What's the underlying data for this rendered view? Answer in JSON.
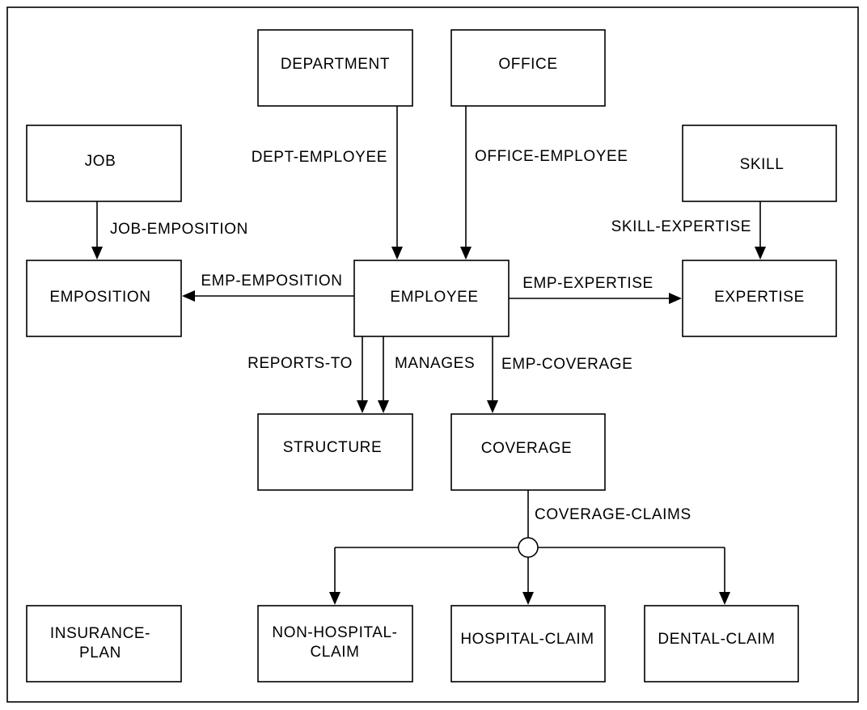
{
  "entities": {
    "department": "DEPARTMENT",
    "office": "OFFICE",
    "job": "JOB",
    "skill": "SKILL",
    "emposition": "EMPOSITION",
    "employee": "EMPLOYEE",
    "expertise": "EXPERTISE",
    "structure": "STRUCTURE",
    "coverage": "COVERAGE",
    "insurance_plan": [
      "INSURANCE-",
      "PLAN"
    ],
    "non_hospital_claim": [
      "NON-HOSPITAL-",
      "CLAIM"
    ],
    "hospital_claim": "HOSPITAL-CLAIM",
    "dental_claim": "DENTAL-CLAIM"
  },
  "relationships": {
    "dept_employee": "DEPT-EMPLOYEE",
    "office_employee": "OFFICE-EMPLOYEE",
    "job_emposition": "JOB-EMPOSITION",
    "skill_expertise": "SKILL-EXPERTISE",
    "emp_emposition": "EMP-EMPOSITION",
    "emp_expertise": "EMP-EXPERTISE",
    "reports_to": "REPORTS-TO",
    "manages": "MANAGES",
    "emp_coverage": "EMP-COVERAGE",
    "coverage_claims": "COVERAGE-CLAIMS"
  }
}
